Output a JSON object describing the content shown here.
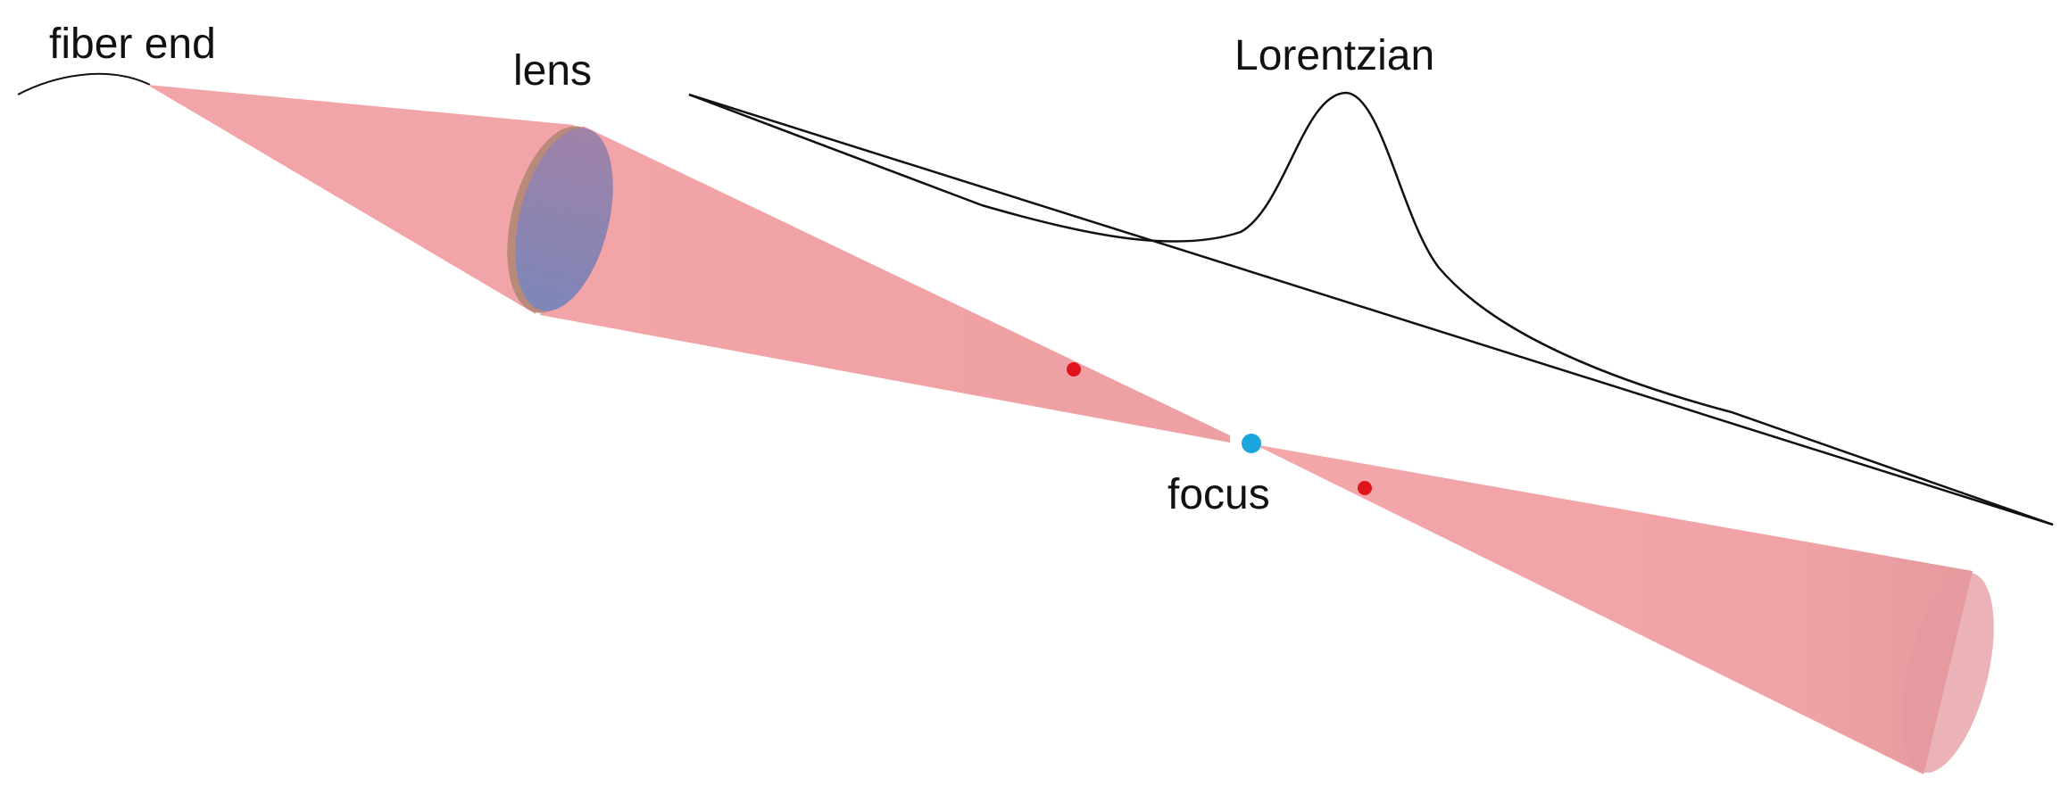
{
  "labels": {
    "fiber_end": "fiber end",
    "lens": "lens",
    "lorentzian": "Lorentzian",
    "focus": "focus"
  },
  "colors": {
    "beam": "#f2a5a8",
    "beam_shade": "#d99498",
    "lens_face": "#8e85b2",
    "lens_rim": "#b78a7a",
    "focus_dot": "#1ca6e0",
    "marker_dot": "#e0141c",
    "curve_stroke": "#111111"
  }
}
